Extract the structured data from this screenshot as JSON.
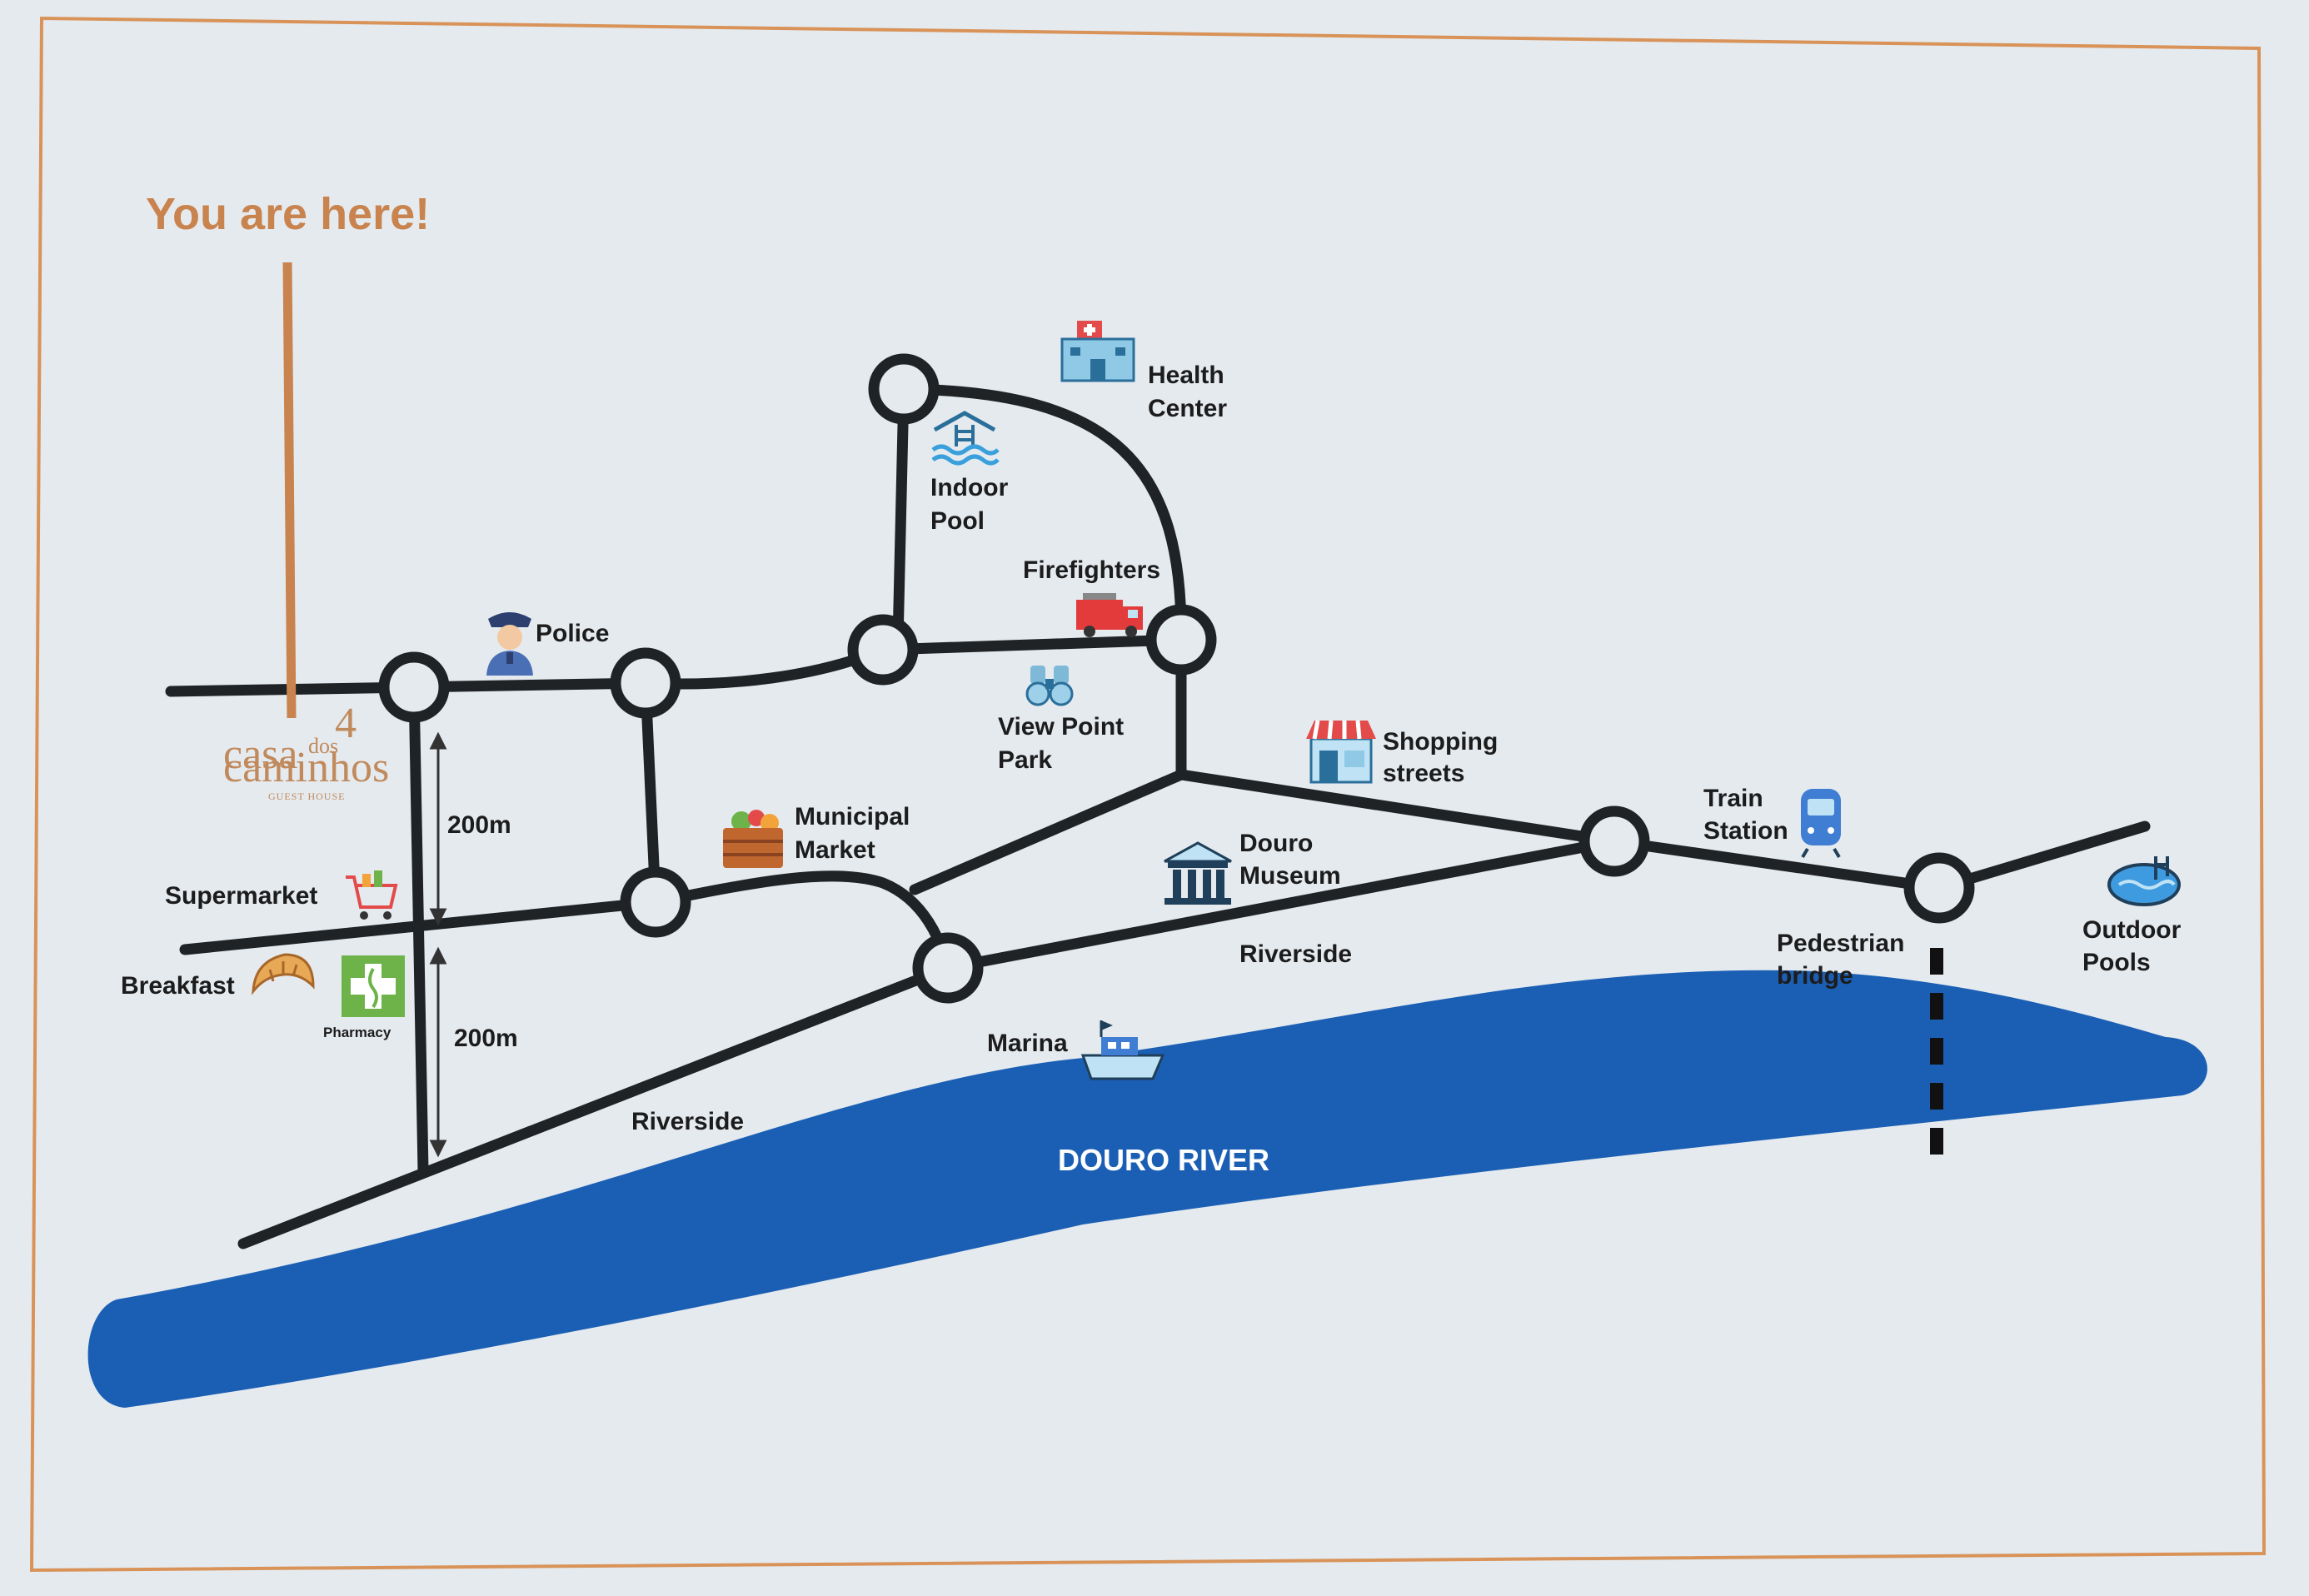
{
  "you_are_here": "You are here!",
  "logo": {
    "casa": "casa",
    "dos": "dos",
    "four": "4",
    "caminhos": "caminhos",
    "tagline": "GUEST HOUSE"
  },
  "labels": {
    "police": "Police",
    "health_center": [
      "Health",
      "Center"
    ],
    "indoor_pool": [
      "Indoor",
      "Pool"
    ],
    "firefighters": "Firefighters",
    "view_point_park": [
      "View Point",
      "Park"
    ],
    "shopping_streets": [
      "Shopping",
      "streets"
    ],
    "municipal_market": [
      "Municipal",
      "Market"
    ],
    "douro_museum": [
      "Douro",
      "Museum"
    ],
    "train_station": [
      "Train",
      "Station"
    ],
    "pedestrian_bridge": [
      "Pedestrian",
      "bridge"
    ],
    "outdoor_pools": [
      "Outdoor",
      "Pools"
    ],
    "supermarket": "Supermarket",
    "breakfast": "Breakfast",
    "pharmacy": "Pharmacy",
    "riverside_upper": "Riverside",
    "riverside_lower": "Riverside",
    "marina": "Marina",
    "douro_river": "DOURO RIVER",
    "dist_upper": "200m",
    "dist_lower": "200m"
  },
  "colors": {
    "border": "#d99358",
    "road": "#1f2326",
    "river": "#1b5fb4",
    "here_pointer": "#c9834e"
  },
  "icons": {
    "police": "police-officer-icon",
    "health_center": "hospital-icon",
    "indoor_pool": "swimming-pool-icon",
    "firefighters": "fire-truck-icon",
    "view_point_park": "binoculars-icon",
    "shopping_streets": "shop-icon",
    "municipal_market": "market-basket-icon",
    "douro_museum": "museum-icon",
    "train_station": "train-icon",
    "outdoor_pools": "outdoor-pool-icon",
    "supermarket": "shopping-cart-icon",
    "breakfast": "croissant-icon",
    "pharmacy": "pharmacy-cross-icon",
    "marina": "boat-icon"
  }
}
